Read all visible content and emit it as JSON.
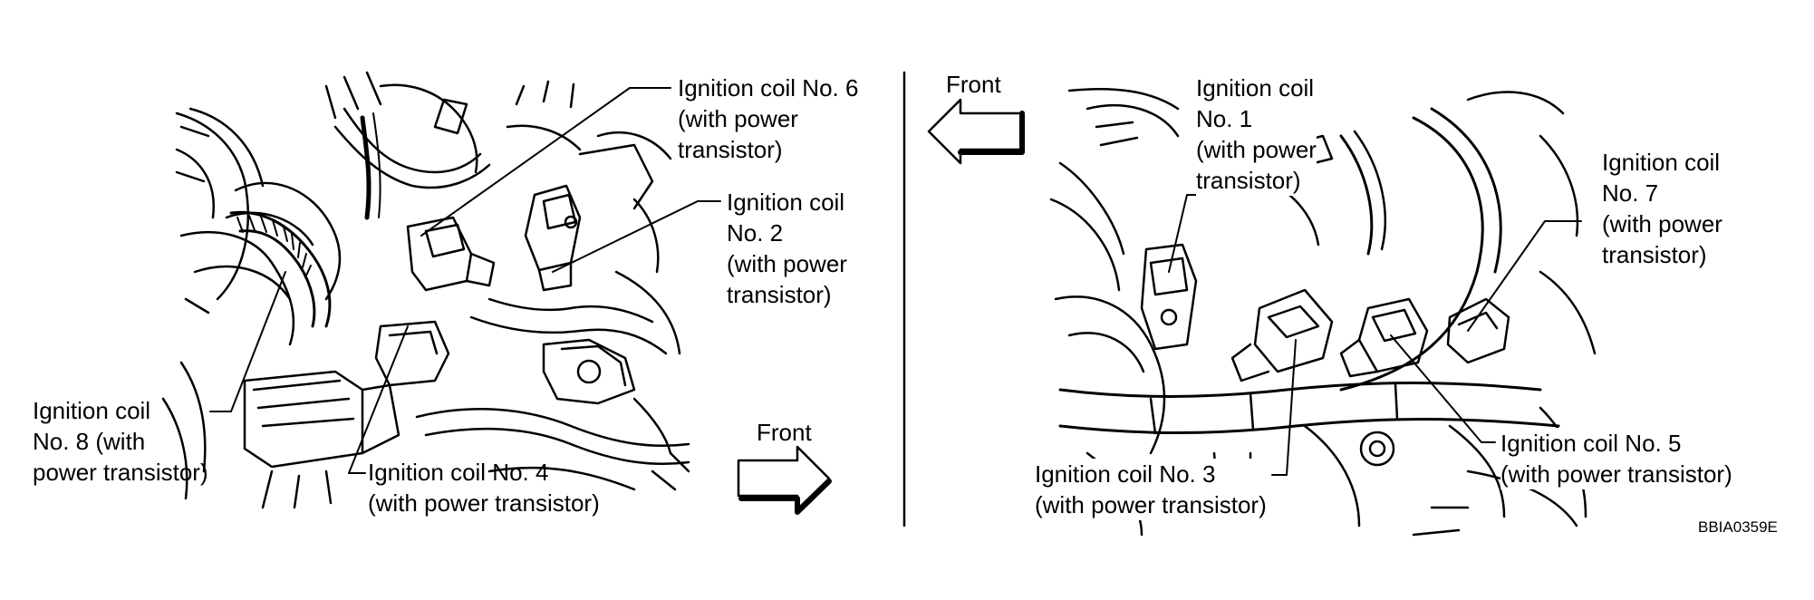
{
  "figure_id": "BBIA0359E",
  "front_label": "Front",
  "callouts": {
    "coil6": [
      "Ignition coil No. 6",
      "(with power",
      "transistor)"
    ],
    "coil2": [
      "Ignition coil",
      "No. 2",
      "(with  power",
      "transistor)"
    ],
    "coil8": [
      "Ignition coil",
      "No. 8 (with",
      "power transistor)"
    ],
    "coil4": [
      "Ignition coil No. 4",
      "(with power transistor)"
    ],
    "coil1": [
      "Ignition coil",
      "No. 1",
      "(with  power",
      "transistor)"
    ],
    "coil7": [
      "Ignition coil",
      "No. 7",
      "(with  power",
      "transistor)"
    ],
    "coil3": [
      "Ignition coil No. 3",
      "(with  power transistor)"
    ],
    "coil5": [
      "Ignition coil No. 5",
      "(with  power transistor)"
    ]
  },
  "colors": {
    "ink": "#000000",
    "paper": "#ffffff"
  }
}
